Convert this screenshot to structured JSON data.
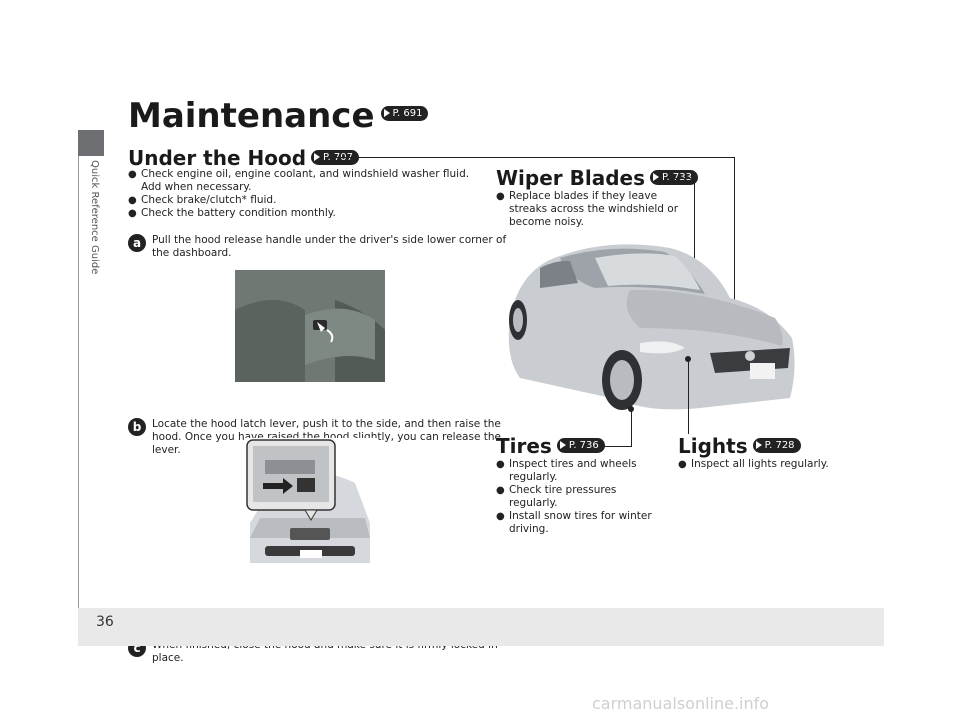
{
  "sidebar": {
    "label": "Quick Reference Guide"
  },
  "page": {
    "number": "36",
    "watermark": "carmanualsonline.info"
  },
  "title": {
    "text": "Maintenance",
    "ref": "P. 691"
  },
  "under_hood": {
    "heading": "Under the Hood",
    "ref": "P. 707",
    "bullets": [
      "Check engine oil, engine coolant, and windshield washer fluid. Add when necessary.",
      "Check brake/clutch* fluid.",
      "Check the battery condition monthly."
    ],
    "steps": [
      {
        "badge": "a",
        "text": "Pull the hood release handle under the driver's side lower corner of the dashboard."
      },
      {
        "badge": "b",
        "text": "Locate the hood latch lever, push it to the side, and then raise the hood. Once you have raised the hood slightly, you can release the lever."
      },
      {
        "badge": "c",
        "text": "When finished, close the hood and make sure it is firmly locked in place."
      }
    ]
  },
  "wiper": {
    "heading": "Wiper Blades",
    "ref": "P. 733",
    "bullets": [
      "Replace blades if they leave streaks across the windshield or become noisy."
    ]
  },
  "tires": {
    "heading": "Tires",
    "ref": "P. 736",
    "bullets": [
      "Inspect tires and wheels regularly.",
      "Check tire pressures regularly.",
      "Install snow tires for winter driving."
    ]
  },
  "lights": {
    "heading": "Lights",
    "ref": "P. 728",
    "bullets": [
      "Inspect all lights regularly."
    ]
  }
}
